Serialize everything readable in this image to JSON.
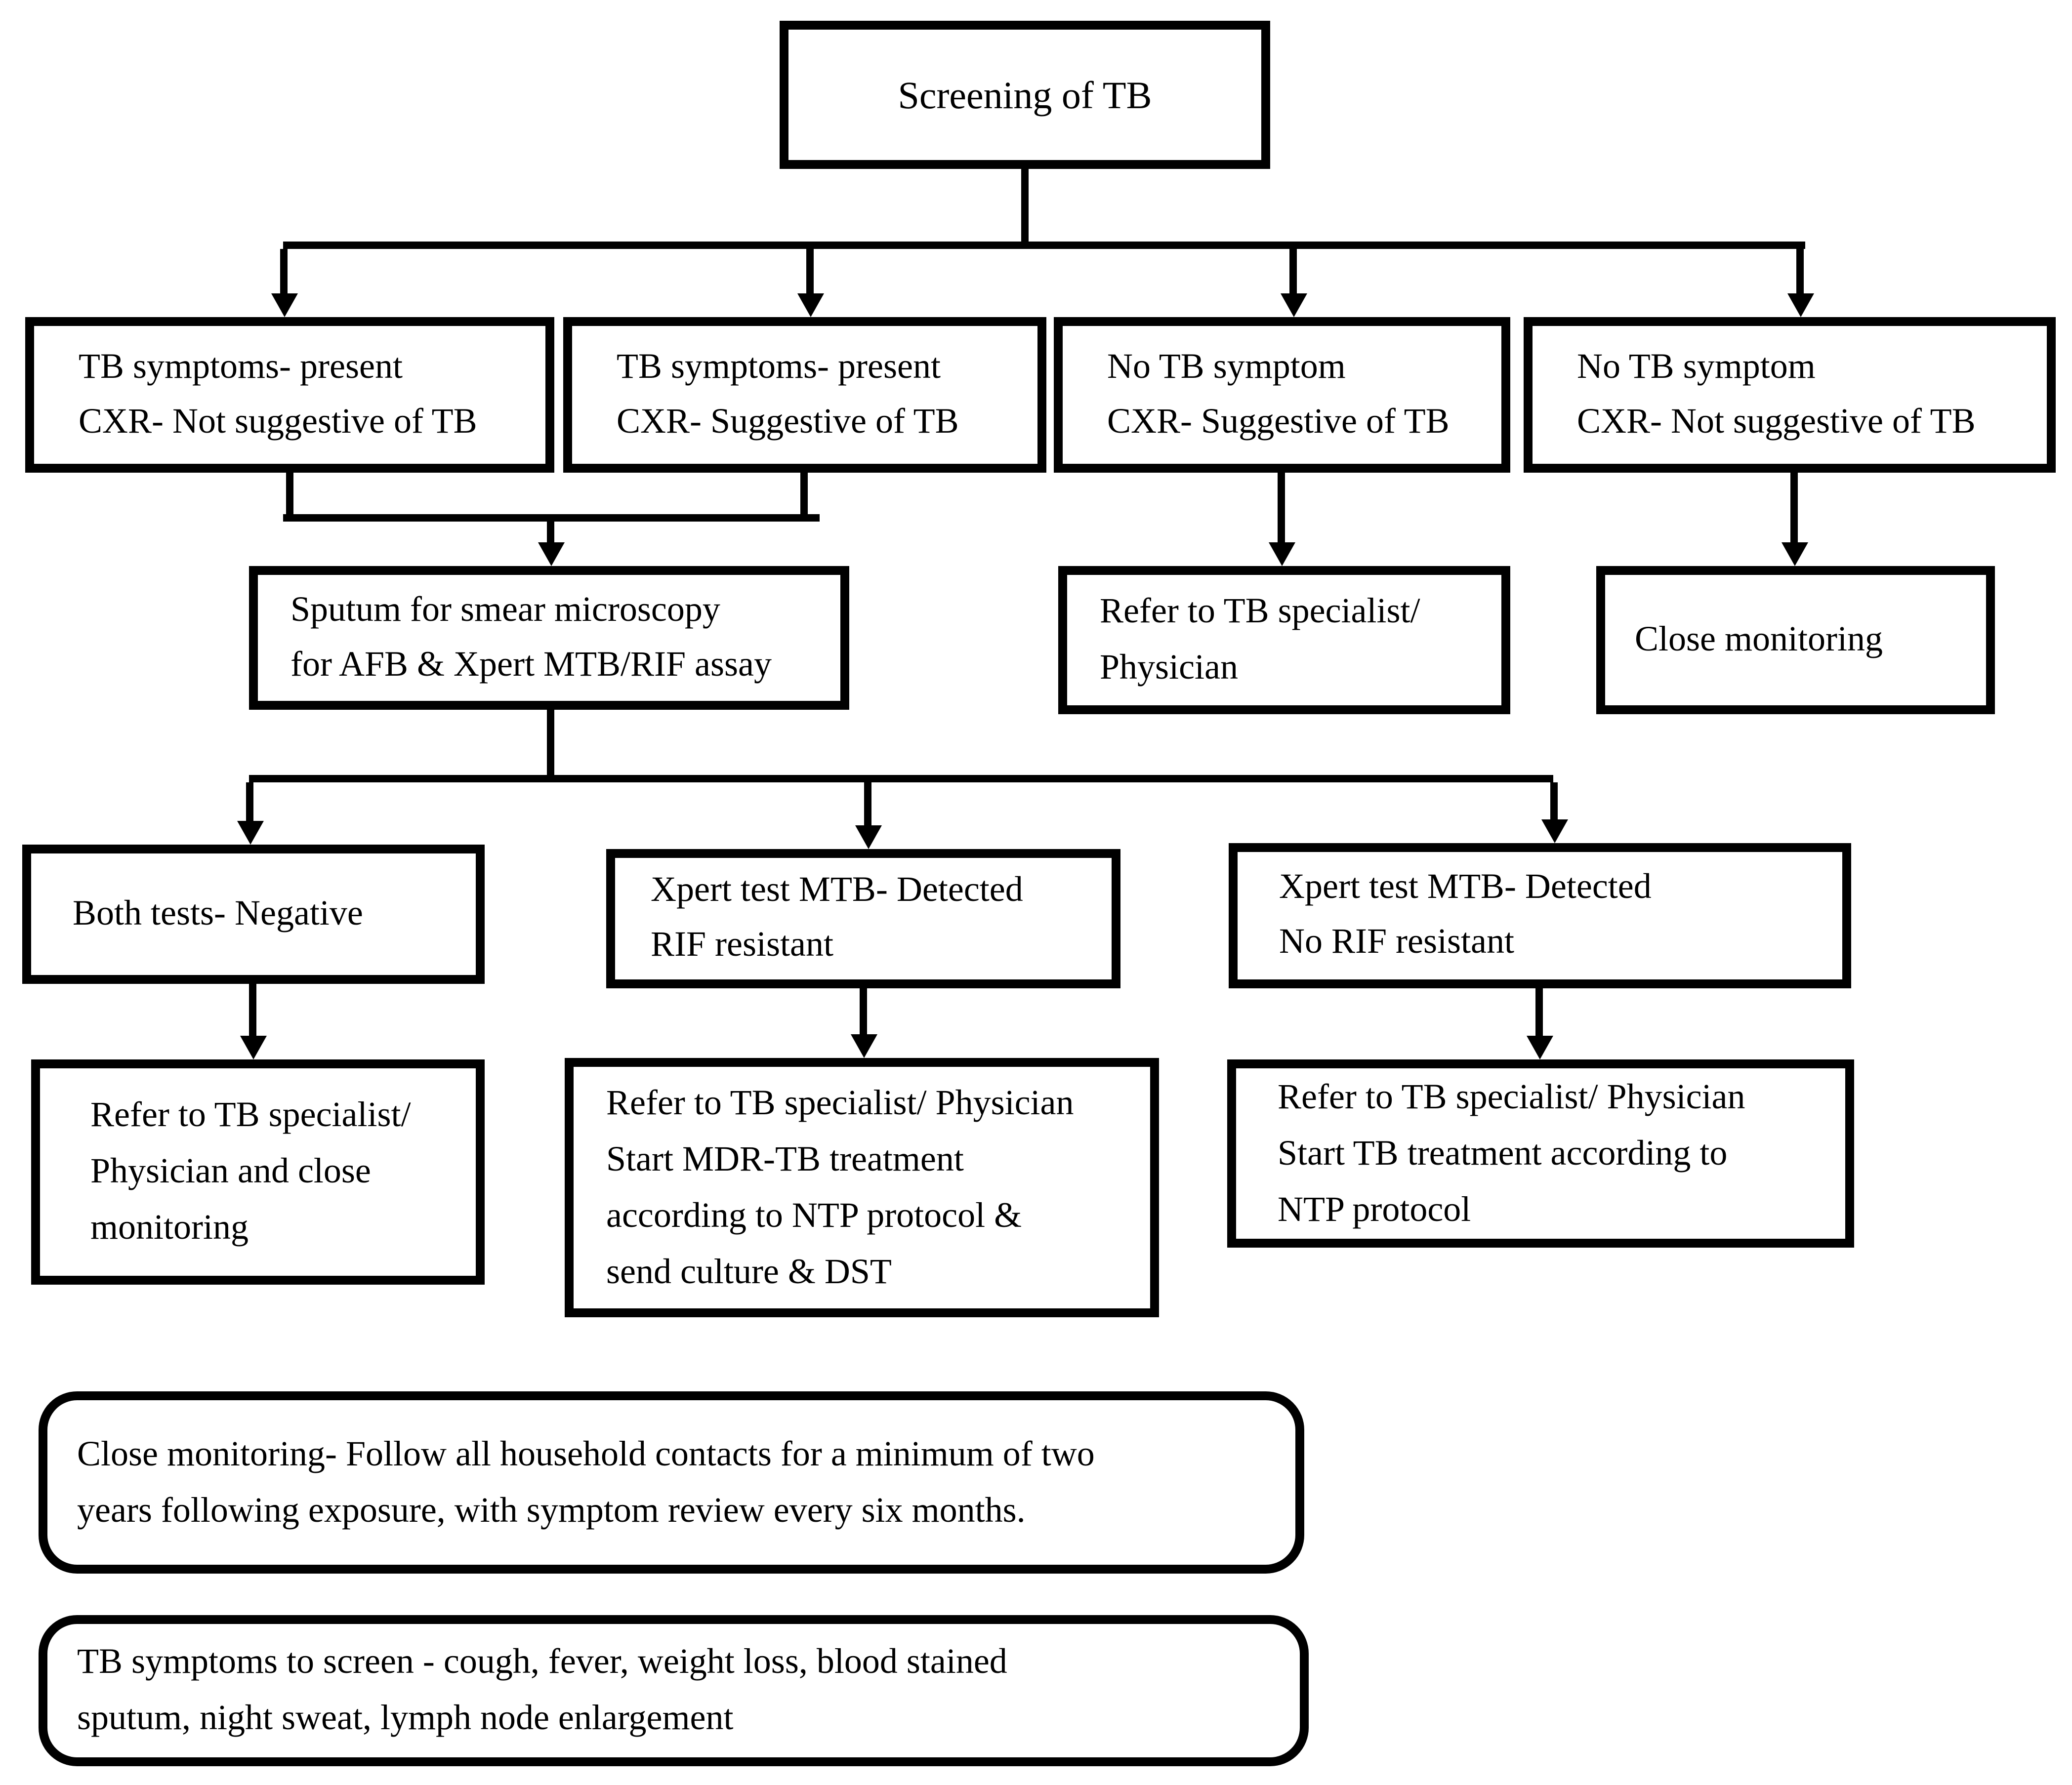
{
  "palette": {
    "ink": "#000000",
    "paper": "#ffffff"
  },
  "nodes": {
    "screening": {
      "lines": [
        "Screening of TB"
      ]
    },
    "symCxrNot": {
      "lines": [
        "TB symptoms- present",
        "CXR- Not suggestive of TB"
      ]
    },
    "symCxrSug": {
      "lines": [
        "TB symptoms- present",
        "CXR- Suggestive of TB"
      ]
    },
    "noSymCxrSug": {
      "lines": [
        "No TB symptom",
        "CXR- Suggestive of TB"
      ]
    },
    "noSymCxrNot": {
      "lines": [
        "No TB symptom",
        "CXR- Not suggestive of TB"
      ]
    },
    "sputum": {
      "lines": [
        "Sputum for smear microscopy",
        "for AFB & Xpert MTB/RIF assay"
      ]
    },
    "referSpecialist": {
      "lines": [
        "Refer to TB specialist/",
        "Physician"
      ]
    },
    "closeMonitoring": {
      "lines": [
        "Close monitoring"
      ]
    },
    "bothNegative": {
      "lines": [
        "Both tests- Negative"
      ]
    },
    "xpertRif": {
      "lines": [
        "Xpert test MTB- Detected",
        "RIF resistant"
      ]
    },
    "xpertNoRif": {
      "lines": [
        "Xpert test MTB- Detected",
        "No RIF resistant"
      ]
    },
    "referClose": {
      "lines": [
        "Refer to TB specialist/",
        "Physician and close",
        "monitoring"
      ]
    },
    "referMdr": {
      "lines": [
        "Refer to TB specialist/ Physician",
        "Start MDR-TB treatment",
        "according to NTP protocol &",
        "send culture & DST"
      ]
    },
    "referTb": {
      "lines": [
        "Refer to TB specialist/ Physician",
        "Start TB treatment according to",
        "NTP protocol"
      ]
    },
    "noteClose": {
      "lines": [
        "Close monitoring- Follow all household contacts for a minimum of two",
        "years following exposure, with symptom review every six months."
      ]
    },
    "noteSymptoms": {
      "lines": [
        "TB symptoms to screen - cough, fever, weight loss, blood stained",
        "sputum, night sweat, lymph node enlargement"
      ]
    }
  }
}
